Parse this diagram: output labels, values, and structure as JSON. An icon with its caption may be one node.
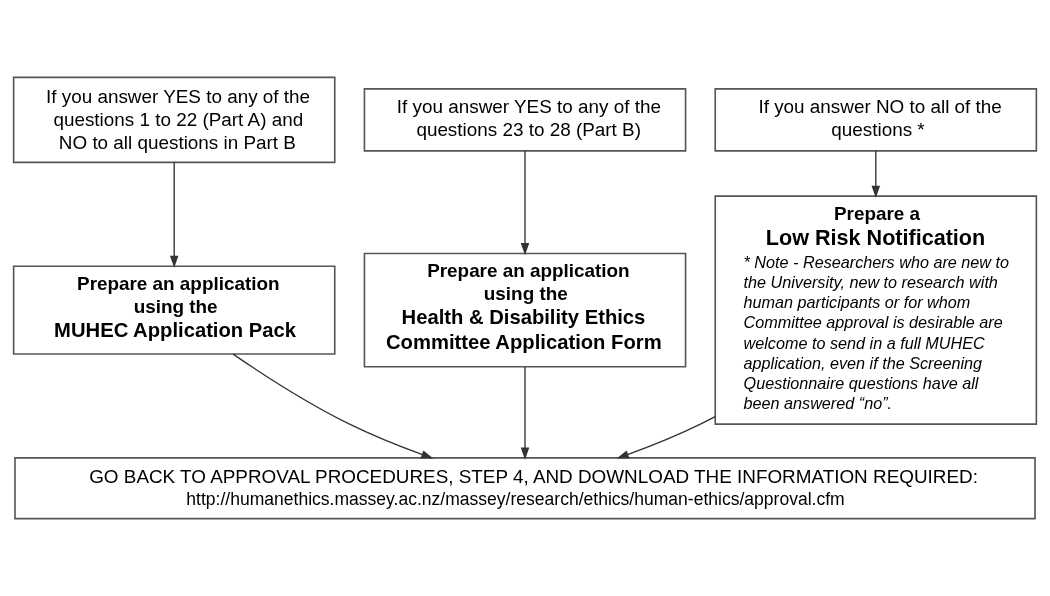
{
  "diagram": {
    "nodes": [
      {
        "text": [
          "If you answer YES to any of the questions 1 to 22 (Part A) and NO to all questions in Part B"
        ]
      },
      {
        "text": [
          "If you answer YES to any of the questions 23 to 28 (Part B)"
        ]
      },
      {
        "text": [
          "If you answer NO to all of the questions *"
        ]
      },
      {
        "text": [
          "Prepare an application using the",
          "MUHEC Application Pack"
        ]
      },
      {
        "text": [
          "Prepare an application using the",
          "Health & Disability Ethics Committee Application Form"
        ]
      },
      {
        "text": [
          "Prepare a",
          "Low Risk Notification",
          "* Note - Researchers who are new to the University, new to research with human participants or for whom Committee approval is desirable are welcome to send in a full MUHEC application, even if the Screening Questionnaire questions have all been answered “no”."
        ]
      },
      {
        "text": [
          "GO BACK TO APPROVAL PROCEDURES, STEP 4, AND DOWNLOAD THE INFORMATION REQUIRED:",
          "http://humanethics.massey.ac.nz/massey/research/ethics/human-ethics/approval.cfm"
        ]
      }
    ],
    "edges": [
      {
        "from": 0,
        "to": 3,
        "arrow": "to"
      },
      {
        "from": 1,
        "to": 4,
        "arrow": "to"
      },
      {
        "from": 2,
        "to": 5,
        "arrow": "to"
      },
      {
        "from": 3,
        "to": 6,
        "arrow": "to"
      },
      {
        "from": 4,
        "to": 6,
        "arrow": "to"
      },
      {
        "from": 5,
        "to": 6,
        "arrow": "to"
      }
    ]
  }
}
